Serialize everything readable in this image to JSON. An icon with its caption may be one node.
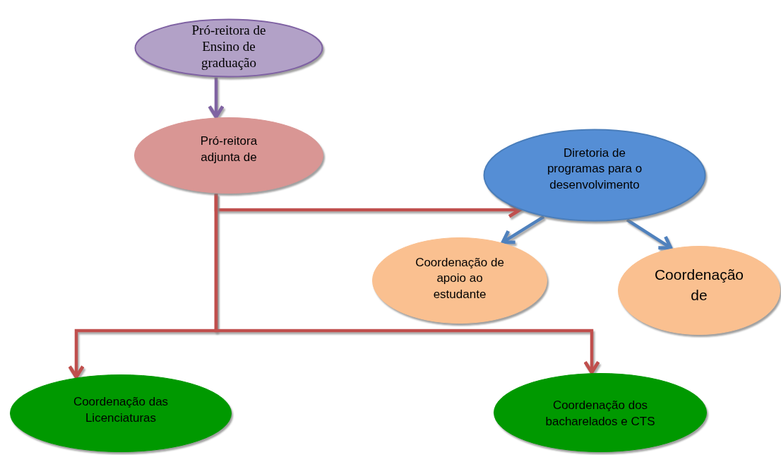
{
  "diagram": {
    "nodes": [
      {
        "text": [
          "Pró-reitora de Ensino de graduação"
        ]
      },
      {
        "text": [
          "Pró-reitora adjunta de"
        ]
      },
      {
        "text": [
          "Diretoria de programas para o desenvolvimento"
        ]
      },
      {
        "text": [
          "Coordenação de apoio ao estudante"
        ]
      },
      {
        "text": [
          "Coordenação de"
        ]
      },
      {
        "text": [
          "Coordenação das Licenciaturas"
        ]
      },
      {
        "text": [
          "Coordenação dos bacharelados e CTS"
        ]
      }
    ],
    "edges": [
      {
        "from": 0,
        "to": 1,
        "arrow": "to",
        "color": "#8064a2"
      },
      {
        "from": 1,
        "to": 2,
        "arrow": "to"
      },
      {
        "from": 1,
        "to": 5,
        "arrow": "to"
      },
      {
        "from": 1,
        "to": 6,
        "arrow": "to"
      },
      {
        "from": 2,
        "to": 3,
        "arrow": "to",
        "color": "#4f81bd"
      },
      {
        "from": 2,
        "to": 4,
        "arrow": "to",
        "color": "#4f81bd"
      }
    ]
  }
}
